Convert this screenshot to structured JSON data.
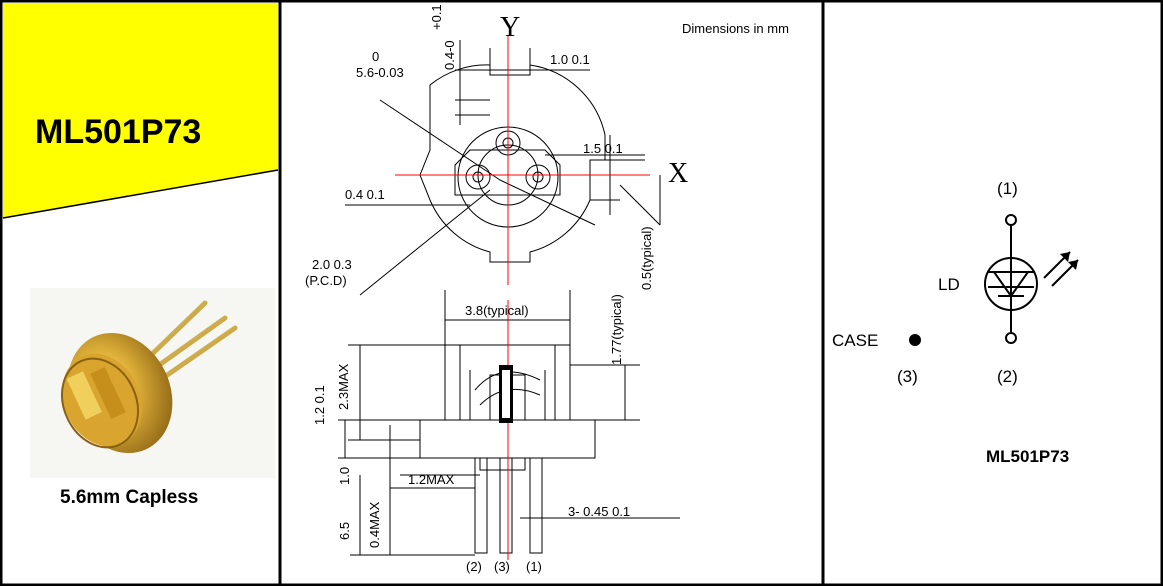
{
  "part_number": "ML501P73",
  "package_caption": "5.6mm Capless",
  "units_note": "Dimensions in mm",
  "axes": {
    "y": "Y",
    "x": "X"
  },
  "dimensions": {
    "top_tol_plus": "+0.1",
    "top_tol_zero": "0.4-0",
    "diam_zero": "0",
    "diam": "5.6-0.03",
    "d1": "1.0   0.1",
    "d2": "1.5   0.1",
    "d3": "0.4   0.1",
    "pcd_value": "2.0   0.3",
    "pcd_label": "(P.C.D)",
    "half_typ": "0.5(typical)",
    "width_typ": "3.8(typical)",
    "height_typ": "1.77(typical)",
    "h23": "2.3MAX",
    "h12": "1.2   0.1",
    "w12": "1.2MAX",
    "h10": "1.0",
    "h04": "0.4MAX",
    "h65": "6.5",
    "pin_dia": "3-   0.45   0.1"
  },
  "pins": [
    "(2)",
    "(3)",
    "(1)"
  ],
  "schematic": {
    "pin1": "(1)",
    "pin2": "(2)",
    "pin3": "(3)",
    "ld_label": "LD",
    "case_label": "CASE",
    "part_number": "ML501P73"
  },
  "colors": {
    "banner": "#ffff00",
    "redline": "#ff0000"
  }
}
